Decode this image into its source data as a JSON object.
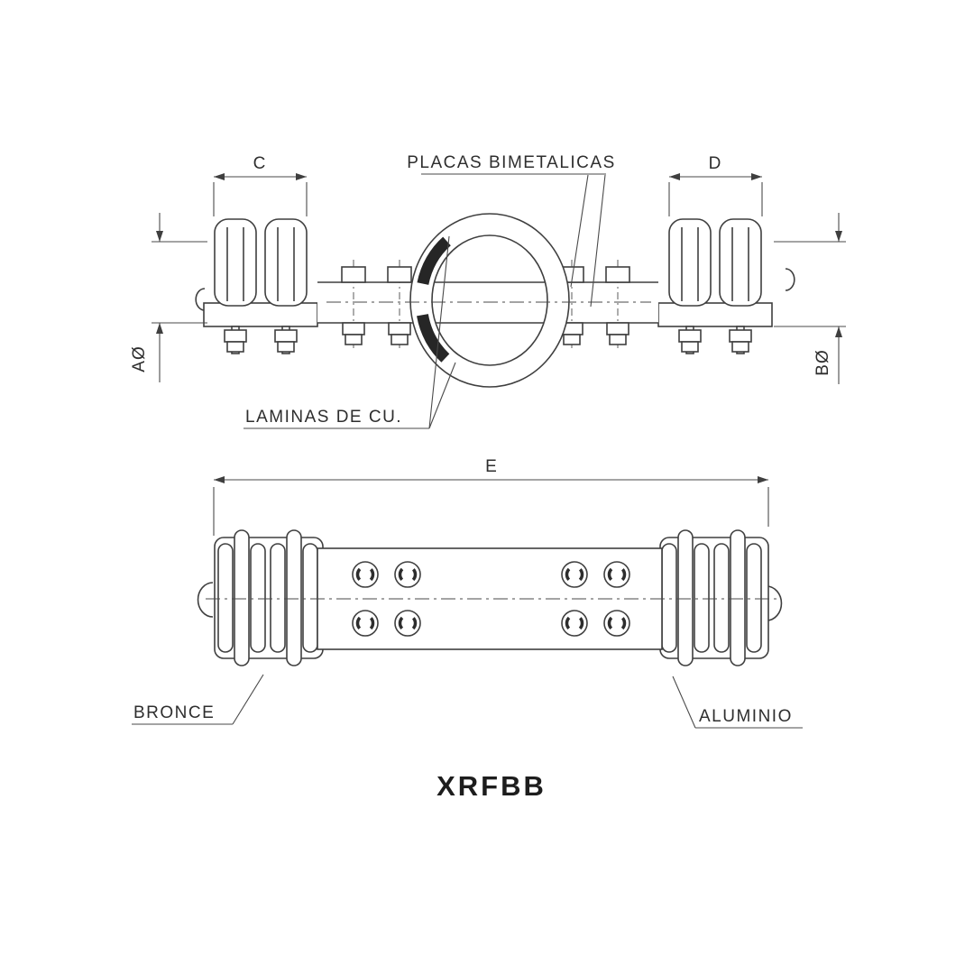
{
  "drawing": {
    "title": "XRFBB",
    "labels": {
      "placas_bimetalicas": "PLACAS BIMETALICAS",
      "laminas_de_cu": "LAMINAS DE CU.",
      "bronce": "BRONCE",
      "aluminio": "ALUMINIO"
    },
    "dimensions": {
      "c": "C",
      "d": "D",
      "e": "E",
      "a_diameter": "AØ",
      "b_diameter": "BØ"
    }
  }
}
